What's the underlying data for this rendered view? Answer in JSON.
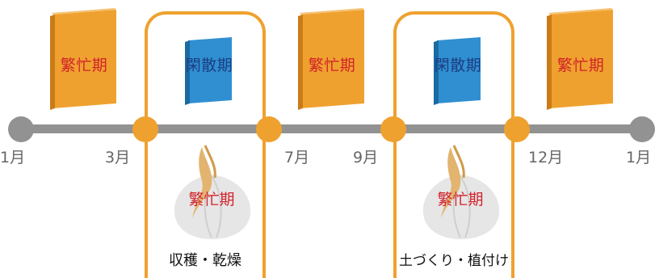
{
  "busy_label": "繁忙期",
  "off_label": "閑散期",
  "months": [
    "1月",
    "3月",
    "7月",
    "9月",
    "12月",
    "1月"
  ],
  "tasks": [
    "収穫・乾燥",
    "土づくり・植付け"
  ],
  "colors": {
    "busy_book": "#efa12f",
    "off_book": "#2f8fd1",
    "busy_text": "#d1222a",
    "off_text": "#1d3d82",
    "timeline": "#929292",
    "accent": "#efa12f"
  }
}
